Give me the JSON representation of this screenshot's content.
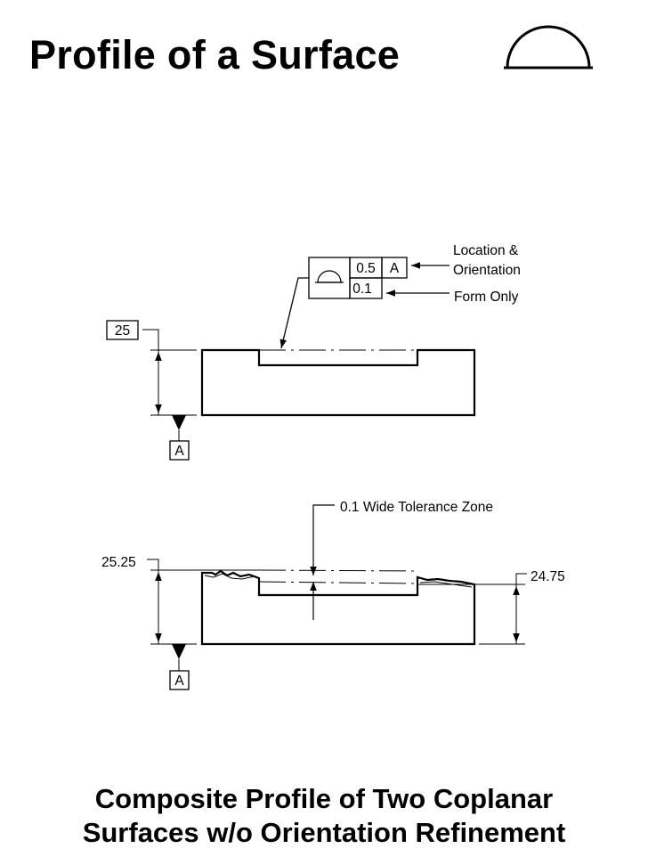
{
  "title": "Profile of a Surface",
  "caption": {
    "line1": "Composite Profile of Two Coplanar",
    "line2": "Surfaces w/o Orientation Refinement"
  },
  "symbol_icon": "profile-of-a-surface-icon",
  "feature_control_frame": {
    "upper_tolerance": "0.5",
    "datum": "A",
    "lower_tolerance": "0.1"
  },
  "callouts": {
    "location_line1": "Location &",
    "location_line2": "Orientation",
    "form": "Form Only"
  },
  "top_view": {
    "basic_dimension": "25",
    "datum_label": "A"
  },
  "bottom_view": {
    "zone_label": "0.1 Wide Tolerance Zone",
    "upper_limit": "25.25",
    "lower_limit": "24.75",
    "datum_label": "A"
  }
}
